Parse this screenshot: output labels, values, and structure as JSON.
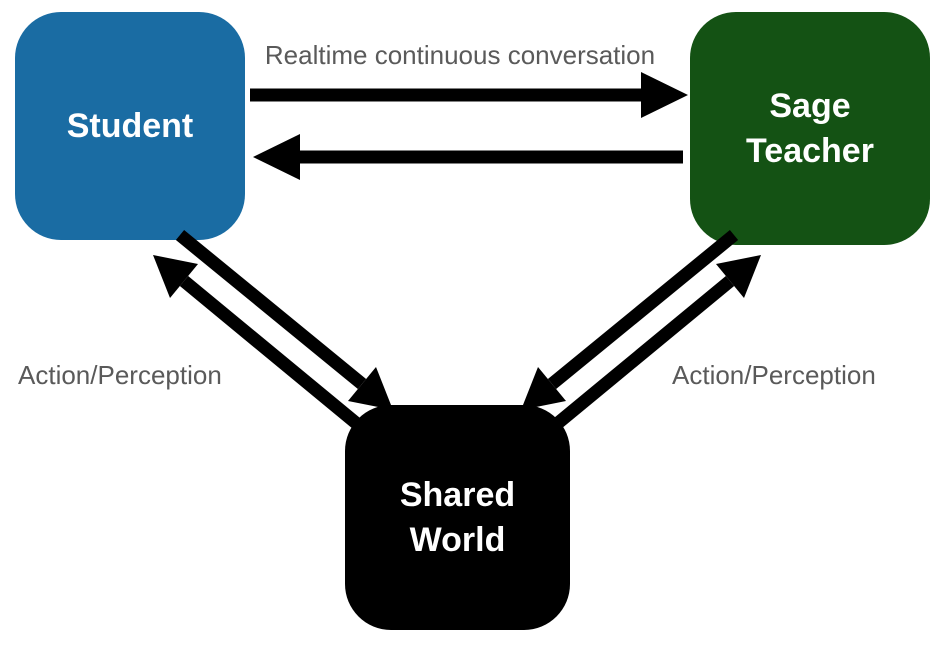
{
  "diagram": {
    "nodes": {
      "student": {
        "label": "Student",
        "color": "#1a6ca3"
      },
      "sage_teacher": {
        "label": "Sage\nTeacher",
        "color": "#145214"
      },
      "shared_world": {
        "label": "Shared\nWorld",
        "color": "#000000"
      }
    },
    "edges": {
      "conversation_label": "Realtime continuous conversation",
      "student_world_label": "Action/Perception",
      "teacher_world_label": "Action/Perception"
    },
    "colors": {
      "arrow": "#000000",
      "edge_label_text": "#5a5a5a",
      "background": "#ffffff"
    }
  }
}
